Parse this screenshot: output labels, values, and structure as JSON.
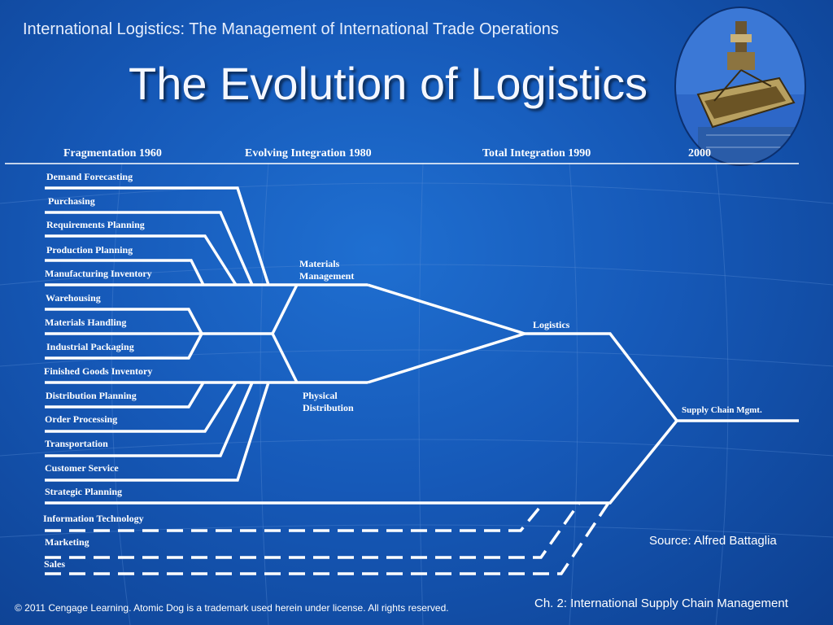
{
  "header": {
    "subtitle": "International Logistics: The Management of International Trade Operations",
    "title": "The Evolution of Logistics"
  },
  "eras": [
    "Fragmentation 1960",
    "Evolving Integration 1980",
    "Total Integration 1990",
    "2000"
  ],
  "functions": [
    "Demand Forecasting",
    "Purchasing",
    "Requirements Planning",
    "Production Planning",
    "Manufacturing Inventory",
    "Warehousing",
    "Materials Handling",
    "Industrial Packaging",
    "Finished Goods Inventory",
    "Distribution Planning",
    "Order Processing",
    "Transportation",
    "Customer Service",
    "Strategic Planning",
    "Information Technology",
    "Marketing",
    "Sales"
  ],
  "nodes": {
    "materials_line1": "Materials",
    "materials_line2": "Management",
    "physical_line1": "Physical",
    "physical_line2": "Distribution",
    "logistics": "Logistics",
    "supply_chain": "Supply Chain Mgmt."
  },
  "source": "Source: Alfred Battaglia",
  "footer": "© 2011 Cengage Learning. Atomic Dog is a trademark used herein under license. All rights reserved.",
  "chapter": "Ch. 2: International Supply Chain Management",
  "colors": {
    "background": "#1659b8",
    "line": "#ffffff"
  }
}
